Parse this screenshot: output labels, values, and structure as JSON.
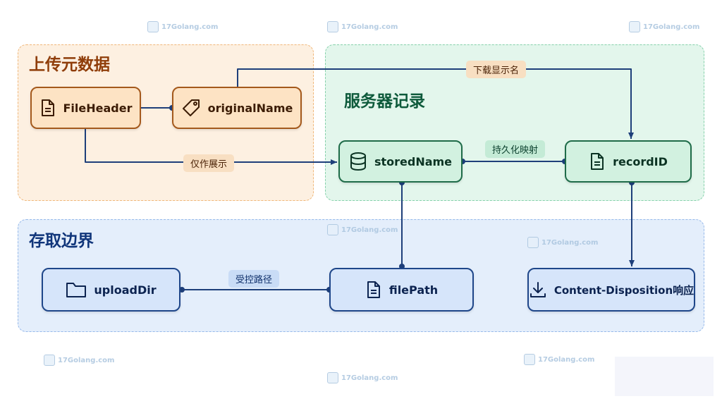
{
  "groups": {
    "upload": {
      "title": "上传元数据"
    },
    "server": {
      "title": "服务器记录"
    },
    "access": {
      "title": "存取边界"
    }
  },
  "nodes": {
    "file_header": {
      "label": "FileHeader",
      "icon": "file-icon"
    },
    "original_name": {
      "label": "originalName",
      "icon": "tag-icon"
    },
    "stored_name": {
      "label": "storedName",
      "icon": "database-icon"
    },
    "record_id": {
      "label": "recordID",
      "icon": "file-icon"
    },
    "upload_dir": {
      "label": "uploadDir",
      "icon": "folder-icon"
    },
    "file_path": {
      "label": "filePath",
      "icon": "file-icon"
    },
    "content_disposition": {
      "label": "Content-Disposition响应",
      "icon": "download-icon"
    }
  },
  "edges": {
    "download_display_name": {
      "label": "下载显示名"
    },
    "display_only": {
      "label": "仅作展示"
    },
    "persistent_mapping": {
      "label": "持久化映射"
    },
    "controlled_path": {
      "label": "受控路径"
    }
  },
  "watermark": {
    "text": "17Golang.com"
  },
  "colors": {
    "upload_fill": "#fdf0e1",
    "server_fill": "#e3f6ec",
    "access_fill": "#e4eefb",
    "wire": "#1e3f7a"
  }
}
